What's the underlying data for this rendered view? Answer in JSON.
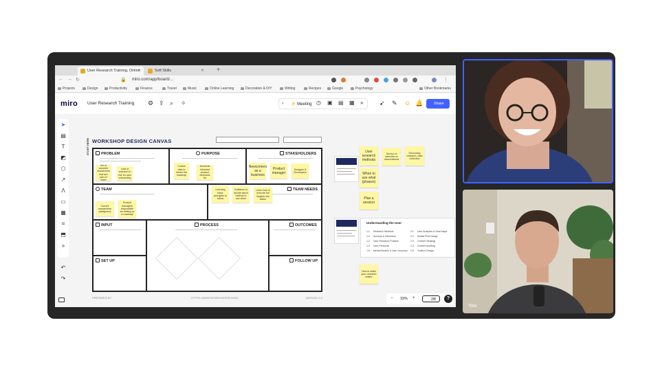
{
  "browser": {
    "tabs": [
      {
        "label": "User Research Training, Online"
      },
      {
        "label": "Soft Skills"
      }
    ],
    "url": "miro.com/app/board/...",
    "bookmarks": [
      "Projects",
      "Design",
      "Productivity",
      "Finance",
      "Travel",
      "Music",
      "Online Learning",
      "Decoration & DIY",
      "Writing",
      "Recipes",
      "Google",
      "Psychology",
      "Other Bookmarks"
    ]
  },
  "miro": {
    "logo": "miro",
    "board_name": "User Research Training",
    "meeting_label": "Meeting",
    "share_label": "Share",
    "zoom_level": "33%",
    "page_indicator": "2/8",
    "help_label": "?"
  },
  "canvas": {
    "title": "WORKSHOP DESIGN CANVAS",
    "start_here": "START HERE",
    "sections": {
      "problem": "PROBLEM",
      "purpose": "PURPOSE",
      "stakeholders": "STAKEHOLDERS",
      "team": "TEAM",
      "team_needs": "TEAM NEEDS",
      "input": "INPUT",
      "process": "PROCESS",
      "outcomes": "OUTCOMES",
      "set_up": "SET UP",
      "follow_up": "FOLLOW UP"
    },
    "footer_left": "PREPARED BY",
    "footer_mid": "HTTPS://WWW.WORKSHOPSCHOOL",
    "footer_right": "VERSION 1.3"
  },
  "stickies": {
    "problem_1": "Set of concrete researchers that are part of team",
    "problem_2": "Lack of research in line for user onboarding",
    "purpose_1": "Collect data to inform the roadmap",
    "purpose_2": "Moments informed product decisions for",
    "stakeholder_1": "Newcomers as a business",
    "stakeholder_2": "Product manager",
    "stakeholder_3": "Designer & Developers",
    "team_1": "Current researchers (designers)",
    "team_2": "Product managers responsible for setting up a roadmap",
    "needs_1": "Learning basic principles to follow",
    "needs_2": "Guidance to decide which method to use when",
    "needs_3": "Learn how to execute the insights into action",
    "side_1": "User research methods",
    "side_2": "Survey vs interview vs observational",
    "side_3": "Secondary research, data collection",
    "side_4": "When to use what (phases)",
    "side_5": "Plan a session",
    "side_6": "How to make your research matter"
  },
  "panel": {
    "title": "Understanding the User",
    "items": [
      "Research Methods",
      "Surveys & Interviews",
      "User Research Practice",
      "User Personas",
      "Mental Models & User Journeys",
      "User Analytics & Heat Maps",
      "Mobile First Design",
      "Content Strategy",
      "Content Auditing",
      "Toolbox Design"
    ],
    "item_numbers": [
      "1.1",
      "1.2",
      "1.3",
      "1.4",
      "1.5",
      "2.1",
      "2.2",
      "2.3",
      "2.4",
      "2.5"
    ]
  },
  "video": {
    "self_label": "You"
  },
  "colors": {
    "sticky": "#fef7a3",
    "miro_blue": "#4262ff",
    "active_speaker_border": "#4262ff"
  }
}
